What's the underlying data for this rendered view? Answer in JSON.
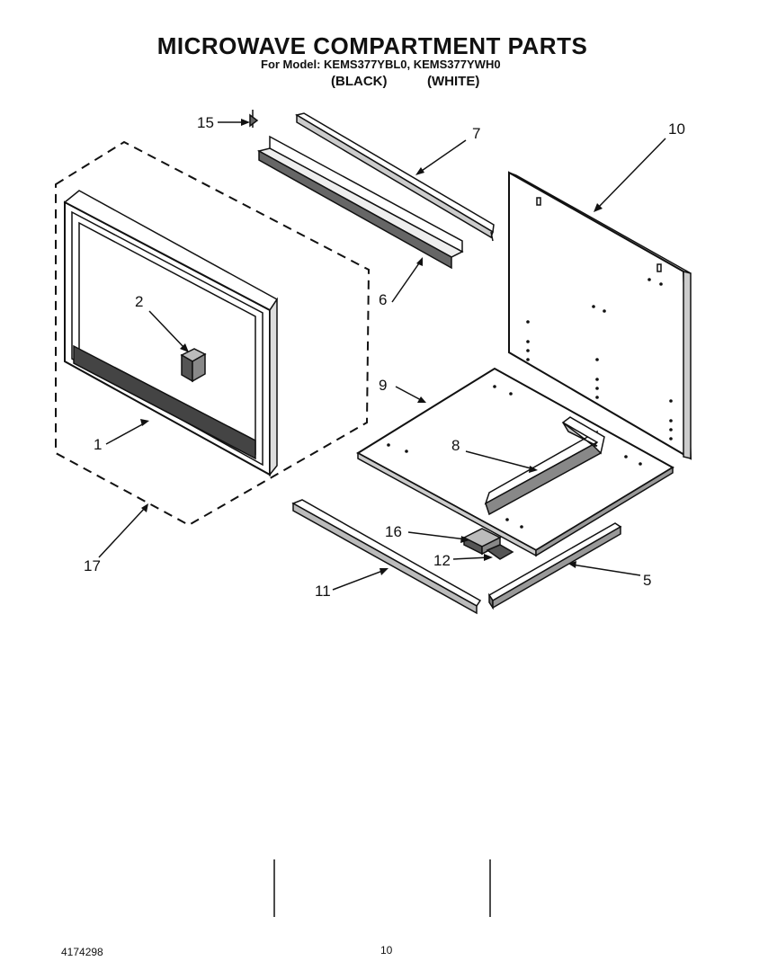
{
  "header": {
    "title": "MICROWAVE COMPARTMENT PARTS",
    "subtitle": "For Model: KEMS377YBL0, KEMS377YWH0",
    "variant_black": "(BLACK)",
    "variant_white": "(WHITE)"
  },
  "callouts": [
    "1",
    "2",
    "5",
    "6",
    "7",
    "8",
    "9",
    "10",
    "11",
    "12",
    "15",
    "16",
    "17"
  ],
  "footer": {
    "doc_number": "4174298",
    "page_number": "10"
  }
}
